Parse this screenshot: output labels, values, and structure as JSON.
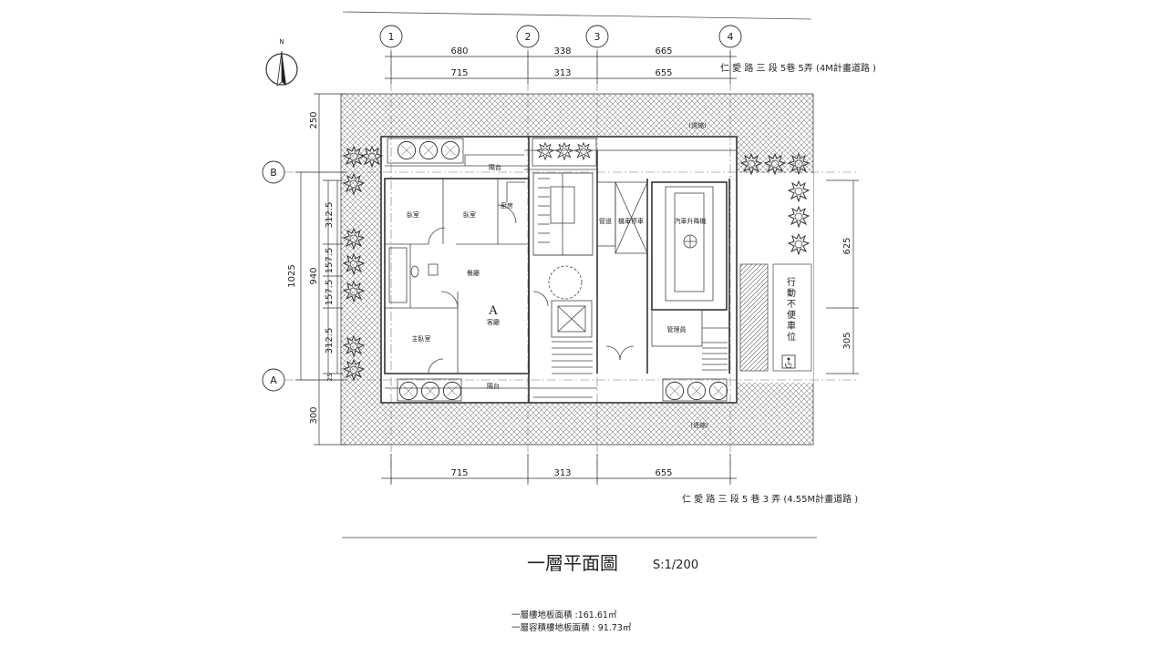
{
  "grid": {
    "columns": [
      "1",
      "2",
      "3",
      "4"
    ],
    "rows": [
      "B",
      "A"
    ]
  },
  "compass": {
    "north_label": "N"
  },
  "dimensions": {
    "top_outer": [
      "680",
      "338",
      "665"
    ],
    "top_inner": [
      "715",
      "313",
      "655"
    ],
    "bottom": [
      "715",
      "313",
      "655"
    ],
    "left_setback_top": "250",
    "left_total": "1025",
    "left_sub": "940",
    "left_parts": [
      "312.5",
      "157.5",
      "157.5",
      "312.5"
    ],
    "left_small": "25",
    "left_setback_bottom": "300",
    "right_parts": [
      "625",
      "305"
    ]
  },
  "roads": {
    "north": "仁 愛 路 三 段 5巷 5弄 (4M計畫道路 )",
    "south": "仁 愛 路 三 段 5 巷 3 弄 (4.55M計畫道路 )"
  },
  "setback_labels": {
    "north": "(退縮)",
    "south": "(退縮)"
  },
  "rooms": {
    "balcony_top": "陽台",
    "bedroom_1": "臥室",
    "bedroom_2": "臥室",
    "kitchen": "廚房",
    "dining": "餐廳",
    "unit": "A",
    "living": "客廳",
    "master": "主臥室",
    "balcony_bottom": "陽台",
    "pipe": "管道",
    "mech_parking": "機車停車",
    "car_lift": "汽車升降機",
    "guard": "管理員",
    "accessible": [
      "行",
      "動",
      "不",
      "便",
      "車",
      "位"
    ]
  },
  "title": "一層平面圖",
  "scale": "S:1/200",
  "areas": [
    "一層樓地板面積 :161.61㎡",
    "一層容積樓地板面積 : 91.73㎡"
  ]
}
